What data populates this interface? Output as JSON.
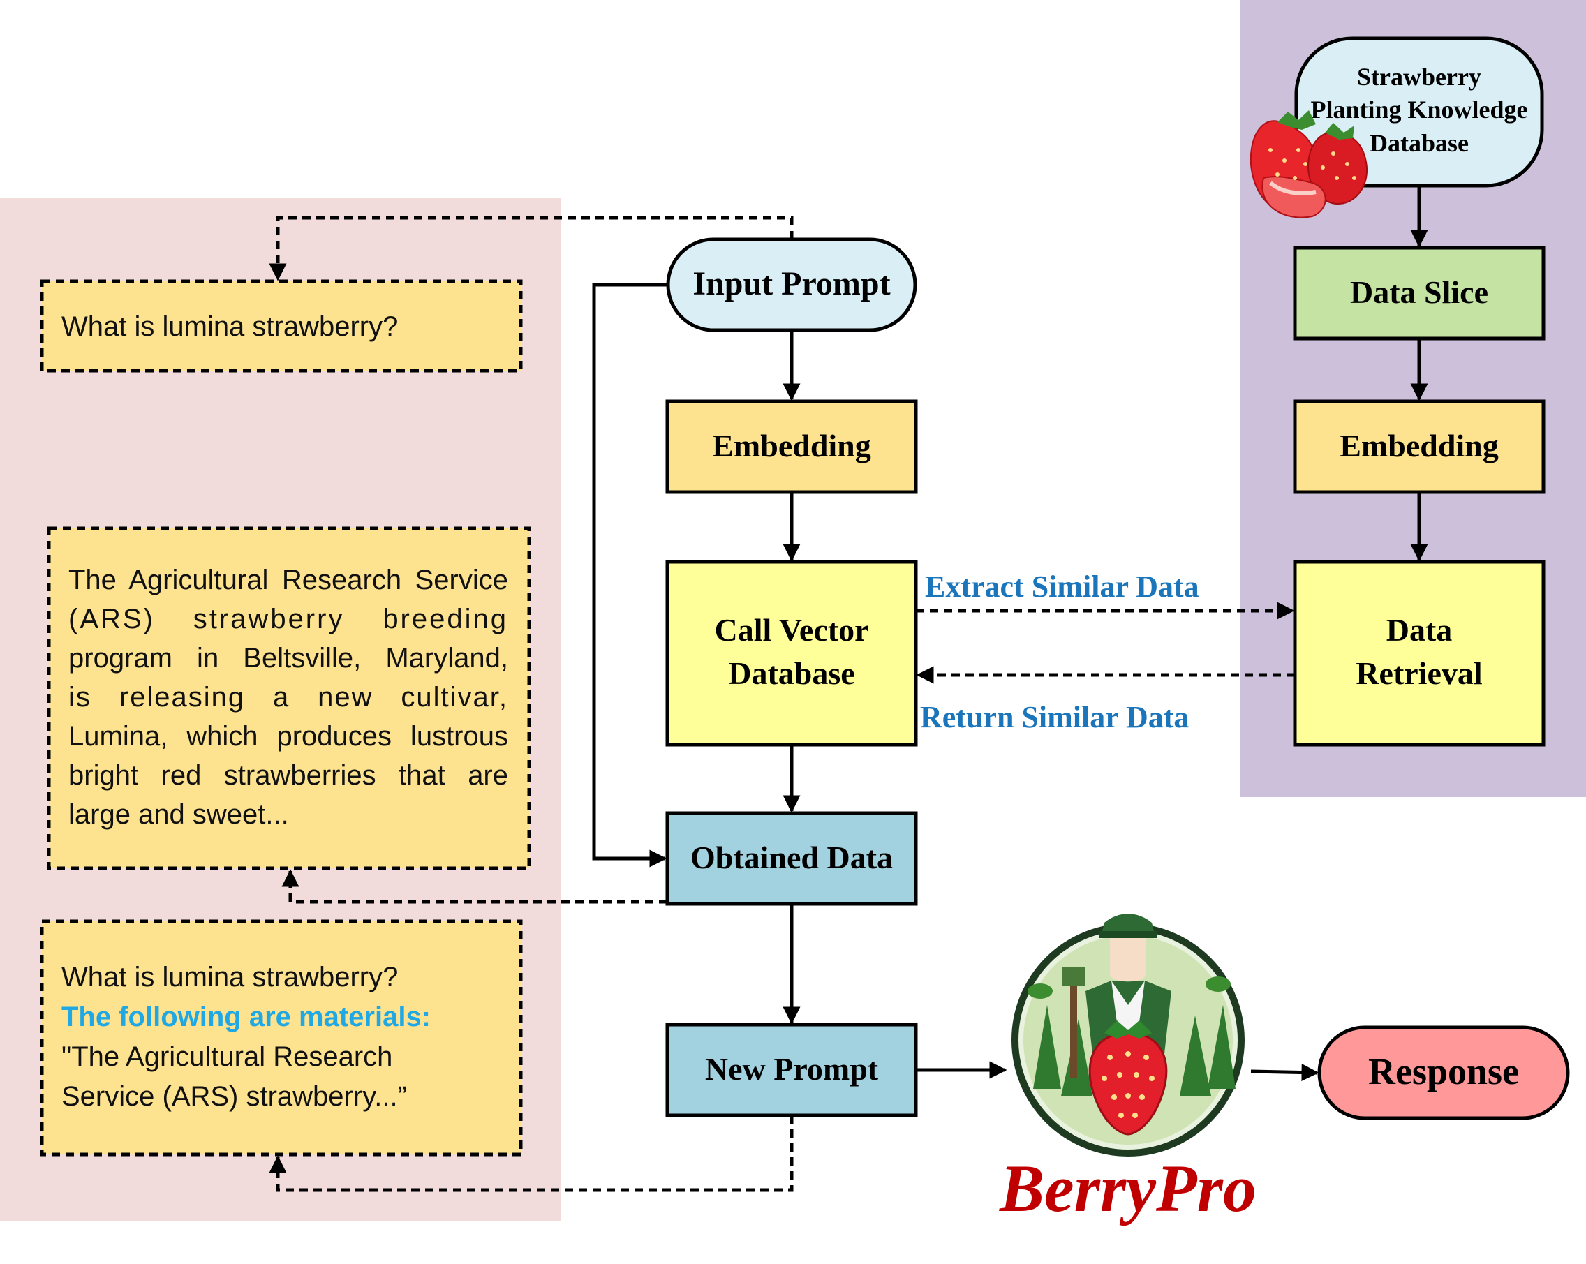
{
  "colors": {
    "left_panel_bg": "#f2dcdb",
    "right_panel_bg": "#ccc0da",
    "yellow_light": "#fde28f",
    "yellow_bright": "#ffff99",
    "green": "#c5e3a2",
    "blue_light": "#d9eef5",
    "blue": "#a2d2df",
    "pink": "#ff9999",
    "label_blue": "#1a75bb",
    "highlight_cyan": "#1fa8e3",
    "brand_red": "#c00000"
  },
  "nodes": {
    "input_prompt": "Input Prompt",
    "embedding_left": "Embedding",
    "call_vector_db": [
      "Call Vector",
      "Database"
    ],
    "obtained_data": "Obtained Data",
    "new_prompt": "New Prompt",
    "knowledge_db": [
      "Strawberry",
      "Planting Knowledge",
      "Database"
    ],
    "data_slice": "Data Slice",
    "embedding_right": "Embedding",
    "data_retrieval": [
      "Data",
      "Retrieval"
    ],
    "response": "Response"
  },
  "edge_labels": {
    "extract": "Extract Similar Data",
    "return": "Return Similar Data"
  },
  "context_boxes": {
    "question": "What is lumina strawberry?",
    "retrieved": [
      "The Agricultural Research Service",
      "(ARS) strawberry breeding",
      "program in Beltsville, Maryland,",
      "is releasing a new cultivar,",
      "Lumina, which produces lustrous",
      "bright red strawberries that are",
      "large and sweet..."
    ],
    "augmented": {
      "question": "What is lumina strawberry?",
      "materials": "The following are materials:",
      "line1": "\"The Agricultural Research",
      "line2": "Service (ARS) strawberry...”"
    }
  },
  "brand": {
    "name": "BerryPro",
    "logo_icon": "farmer-strawberry-logo-icon",
    "db_icon": "strawberries-icon"
  }
}
